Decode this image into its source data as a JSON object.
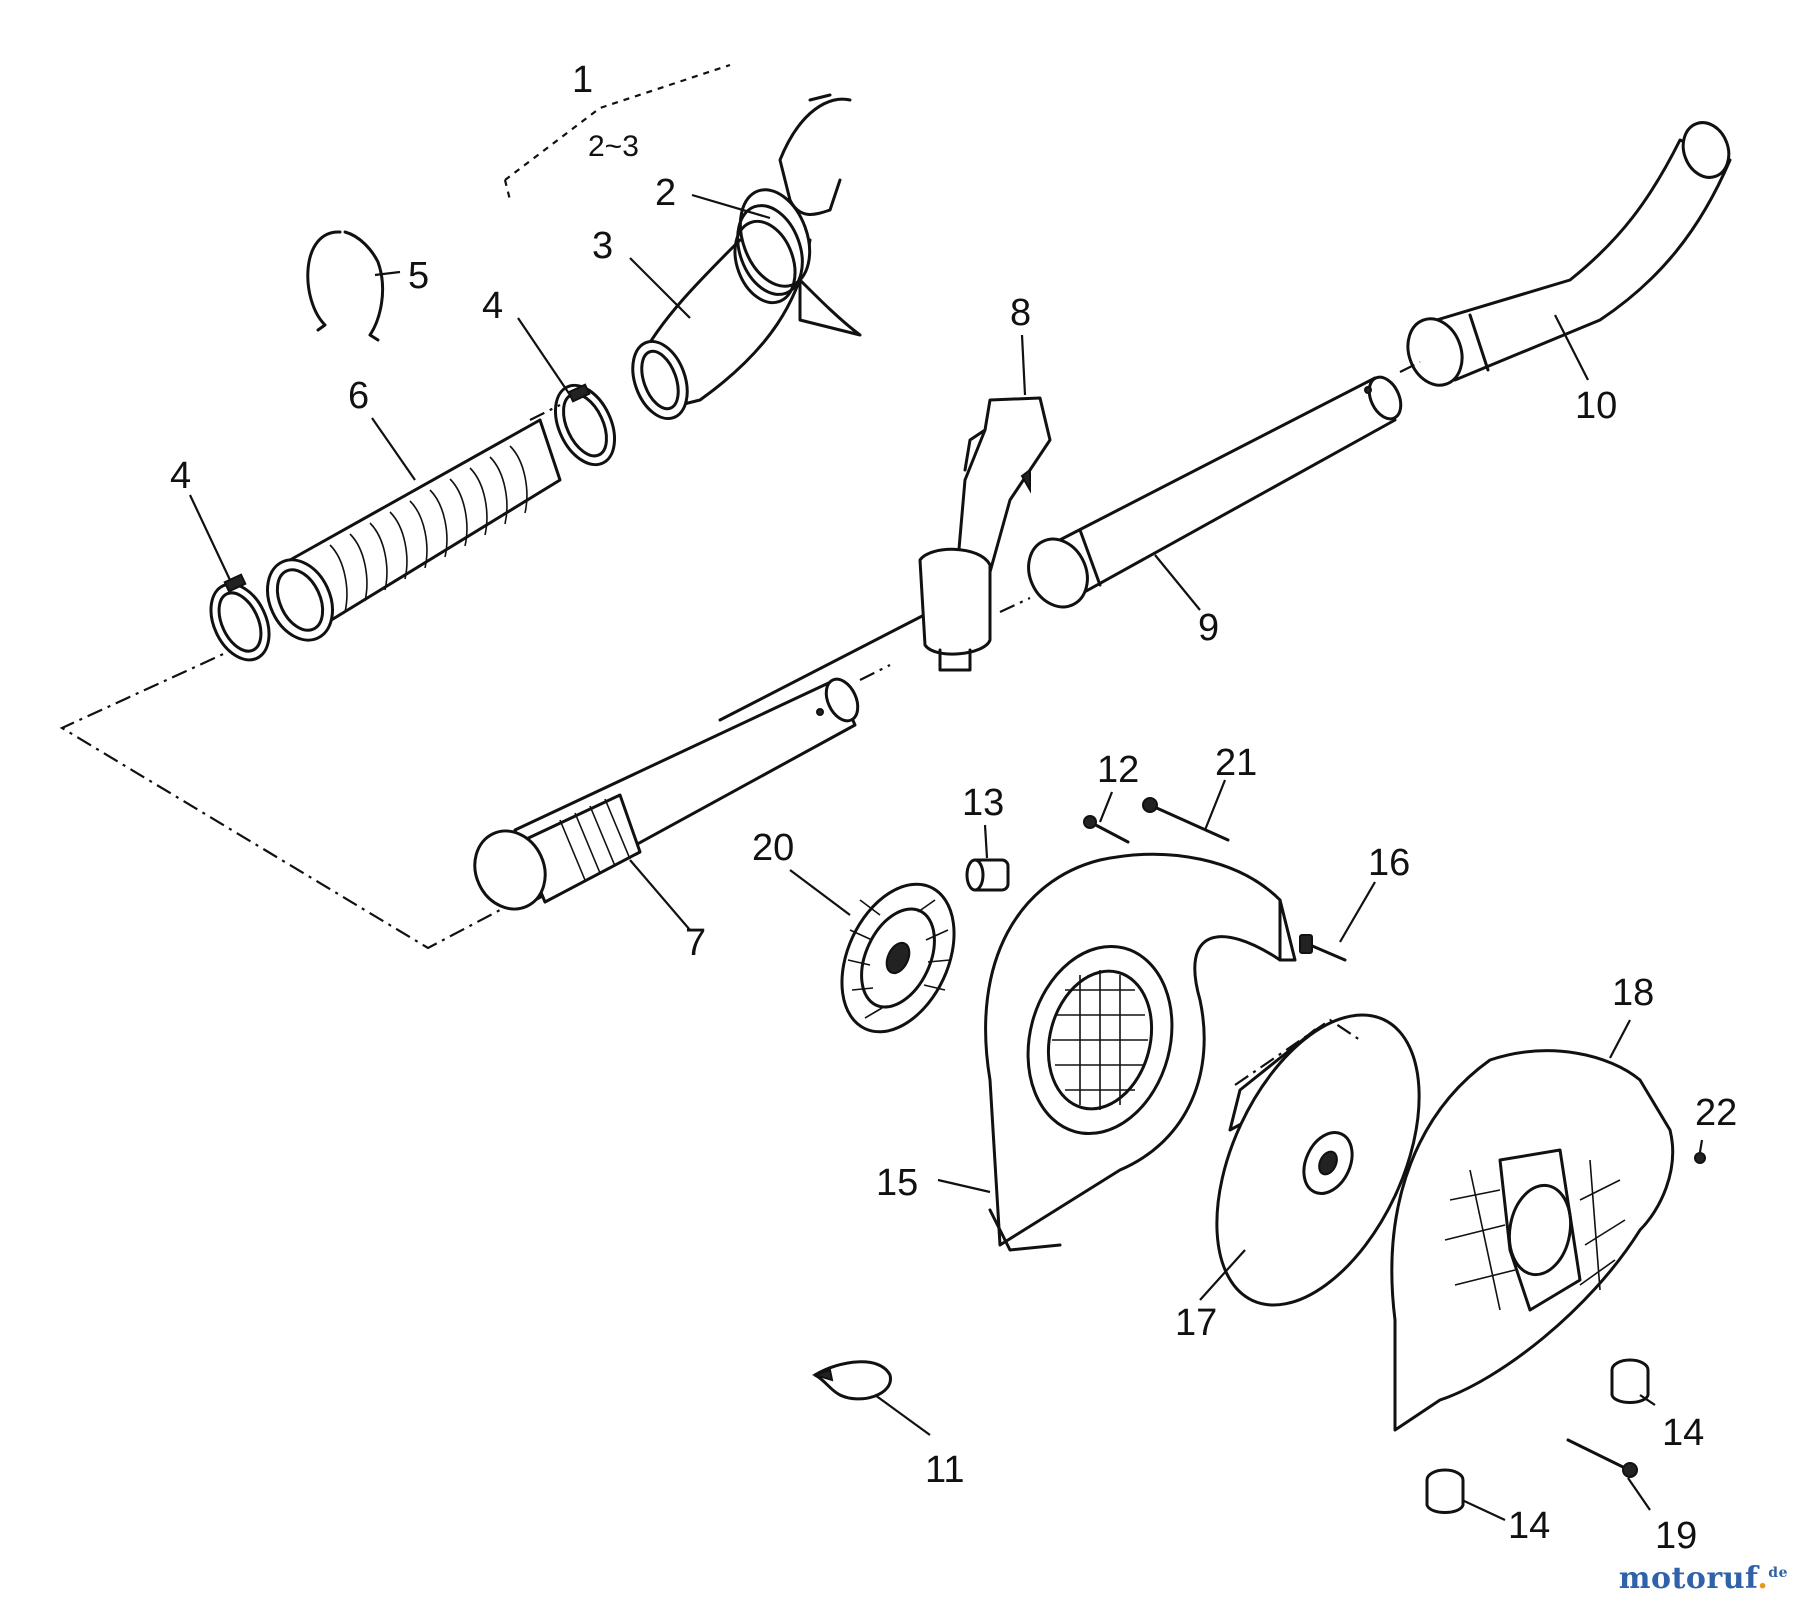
{
  "callouts": {
    "c1": "1",
    "c1_sub": "2~3",
    "c2": "2",
    "c3": "3",
    "c4a": "4",
    "c4b": "4",
    "c5": "5",
    "c6": "6",
    "c7": "7",
    "c8": "8",
    "c9": "9",
    "c10": "10",
    "c11": "11",
    "c12": "12",
    "c13": "13",
    "c14a": "14",
    "c14b": "14",
    "c15": "15",
    "c16": "16",
    "c17": "17",
    "c18": "18",
    "c19": "19",
    "c20": "20",
    "c21": "21",
    "c22": "22"
  },
  "watermark": {
    "main": "motoruf",
    "tld": "de"
  },
  "colors": {
    "line": "#111111",
    "background": "#ffffff",
    "watermark_blue": "#2f62a8",
    "watermark_orange": "#e39a1a"
  }
}
